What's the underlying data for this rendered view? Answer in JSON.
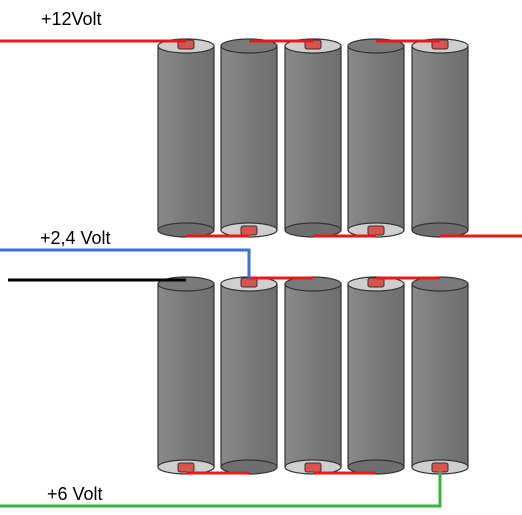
{
  "labels": {
    "plus12": "+12Volt",
    "plus24": "+2,4 Volt",
    "plus6": "+6 Volt"
  },
  "colors": {
    "cell_body": "#7a7a7a",
    "cell_cap": "#c8c8c8",
    "terminal": "#d9534f",
    "wire_red": "#e31b1b",
    "wire_blue": "#3a6fe0",
    "wire_black": "#000000",
    "wire_green": "#3cb43c"
  },
  "diagram": {
    "top_row_cells": 5,
    "bottom_row_cells": 5
  }
}
